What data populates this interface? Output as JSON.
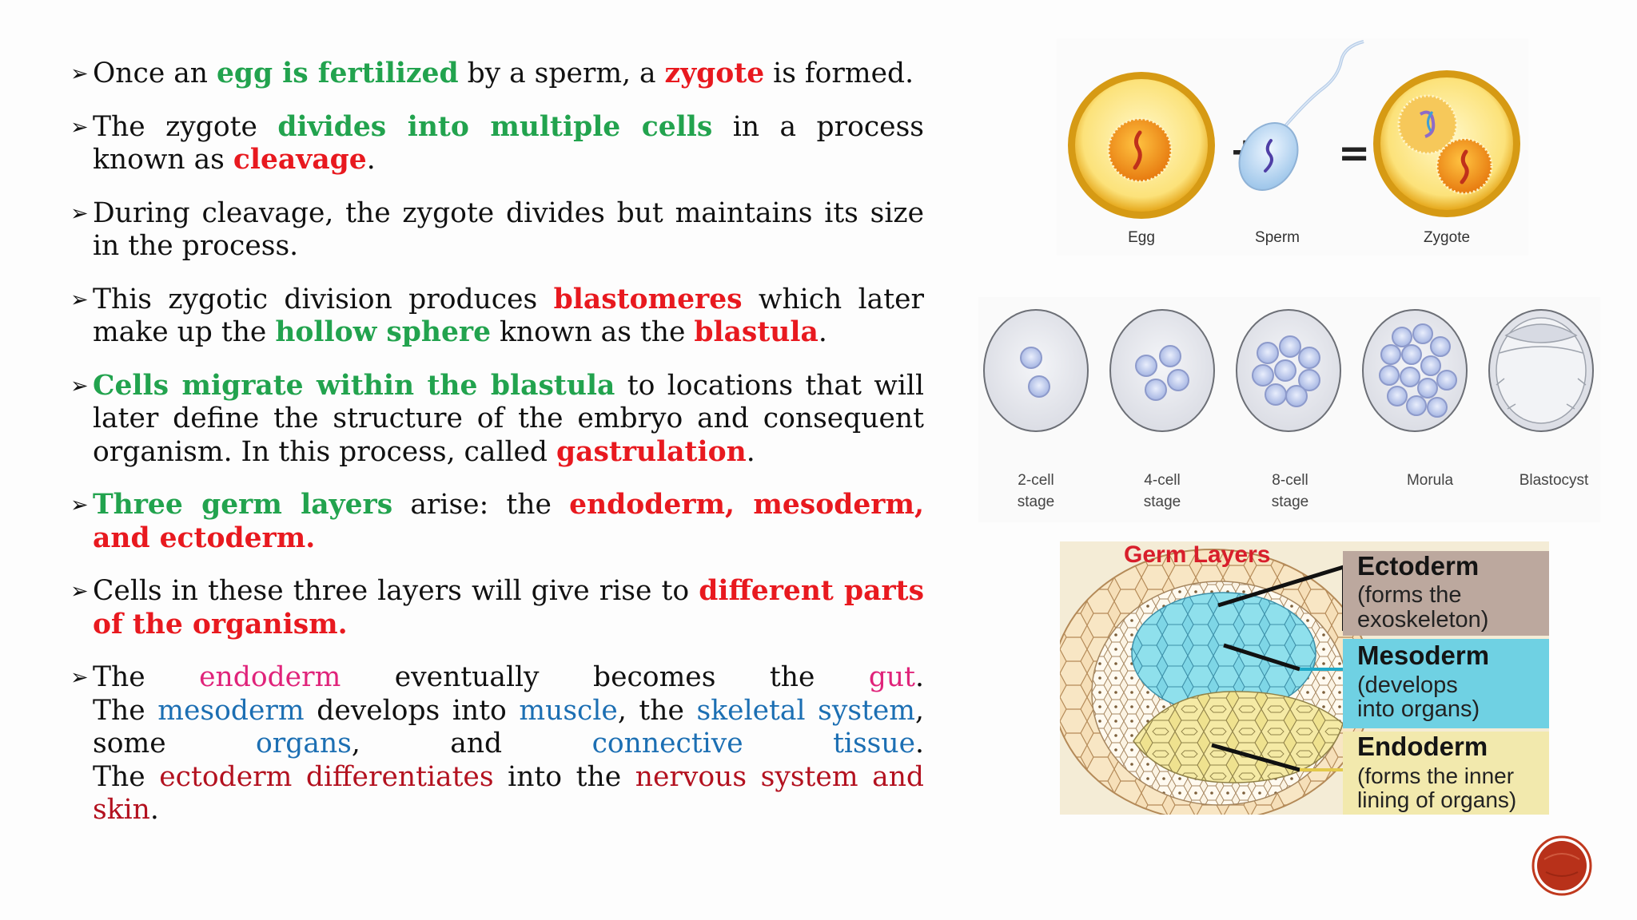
{
  "bullets": [
    {
      "id": "fertilization",
      "segments": [
        {
          "text": "Once an ",
          "style": "plain"
        },
        {
          "text": "egg is fertilized",
          "style": "green-bold"
        },
        {
          "text": " by a sperm, a ",
          "style": "plain"
        },
        {
          "text": "zygote",
          "style": "red-bold"
        },
        {
          "text": " is formed.",
          "style": "plain"
        }
      ]
    },
    {
      "id": "cleavage",
      "segments": [
        {
          "text": "The zygote ",
          "style": "plain"
        },
        {
          "text": "divides into multiple cells",
          "style": "green-bold"
        },
        {
          "text": " in a process known as ",
          "style": "plain"
        },
        {
          "text": "cleavage",
          "style": "red-bold"
        },
        {
          "text": ".",
          "style": "plain"
        }
      ]
    },
    {
      "id": "size",
      "segments": [
        {
          "text": "During cleavage, the zygote divides but maintains its size in the process.",
          "style": "plain"
        }
      ]
    },
    {
      "id": "blastomeres",
      "segments": [
        {
          "text": "This zygotic division produces ",
          "style": "plain"
        },
        {
          "text": "blastomeres",
          "style": "red-bold"
        },
        {
          "text": " which later make up the ",
          "style": "plain"
        },
        {
          "text": "hollow sphere",
          "style": "green-bold"
        },
        {
          "text": " known as the ",
          "style": "plain"
        },
        {
          "text": "blastula",
          "style": "red-bold"
        },
        {
          "text": ".",
          "style": "plain"
        }
      ]
    },
    {
      "id": "gastrulation",
      "segments": [
        {
          "text": "Cells migrate within the blastula",
          "style": "green-bold"
        },
        {
          "text": " to locations that will later define the structure of the embryo and consequent organism. In this process, called ",
          "style": "plain"
        },
        {
          "text": "gastrulation",
          "style": "red-bold"
        },
        {
          "text": ".",
          "style": "plain"
        }
      ]
    },
    {
      "id": "germ-layers",
      "segments": [
        {
          "text": "Three germ layers",
          "style": "green-bold"
        },
        {
          "text": " arise: the ",
          "style": "plain"
        },
        {
          "text": "endoderm, mesoderm, and ectoderm.",
          "style": "red-bold"
        }
      ]
    },
    {
      "id": "different-parts",
      "segments": [
        {
          "text": "Cells in these three layers will give rise to ",
          "style": "plain"
        },
        {
          "text": "different parts of the organism.",
          "style": "red-bold"
        }
      ]
    },
    {
      "id": "fates",
      "segments": [
        {
          "text": "The endoderm eventually becomes the gut.",
          "style": "line-pink"
        },
        {
          "text": "The mesoderm develops into muscle, the skeletal system, some organs, and connective tissue.",
          "style": "line-blue"
        },
        {
          "text": "The ectoderm differentiates into the nervous system and skin.",
          "style": "line-red"
        }
      ]
    }
  ],
  "fates_text": {
    "l1": {
      "a": "The",
      "b": "endoderm",
      "c": "eventually",
      "d": "becomes",
      "e": "the",
      "f": "gut",
      "g": "."
    },
    "l2": {
      "a": "The ",
      "b": "mesoderm",
      "c": " develops into ",
      "d": "muscle",
      "e": ", the ",
      "f": "skeletal system",
      "g": ","
    },
    "l3": {
      "a": "some",
      "b": "organs",
      "c": ",",
      "d": "and",
      "e": "connective",
      "f": "tissue",
      "g": "."
    },
    "l4": {
      "a": "The ",
      "b": "ectoderm differentiates",
      "c": " into the ",
      "d": "nervous system and"
    },
    "l5": {
      "a": "skin",
      "b": "."
    }
  },
  "fertilization_figure": {
    "labels": {
      "egg": "Egg",
      "sperm": "Sperm",
      "zygote": "Zygote"
    },
    "operators": {
      "plus": "+",
      "equals": "="
    }
  },
  "cleavage_figure": {
    "stages": [
      {
        "line1": "2-cell",
        "line2": "stage"
      },
      {
        "line1": "4-cell",
        "line2": "stage"
      },
      {
        "line1": "8-cell",
        "line2": "stage"
      },
      {
        "line1": "Morula",
        "line2": ""
      },
      {
        "line1": "Blastocyst",
        "line2": ""
      }
    ]
  },
  "germ_figure": {
    "title": "Germ Layers",
    "layers": [
      {
        "name": "Ectoderm",
        "desc1": "(forms the",
        "desc2": "exoskeleton)",
        "color": "#b79f95"
      },
      {
        "name": "Mesoderm",
        "desc1": "(develops",
        "desc2": "into organs)",
        "color": "#5ccbe0"
      },
      {
        "name": "Endoderm",
        "desc1": "(forms the inner",
        "desc2": "lining of organs)",
        "color": "#f0e7a6"
      }
    ]
  },
  "colors": {
    "green": "#22a34e",
    "red": "#e8191f",
    "pink": "#e0237a",
    "blue": "#1c6fb3",
    "dark_red": "#b3111f",
    "nav_button": "#b8311a"
  },
  "nav": {
    "icon": "red-circle-nav-button"
  }
}
